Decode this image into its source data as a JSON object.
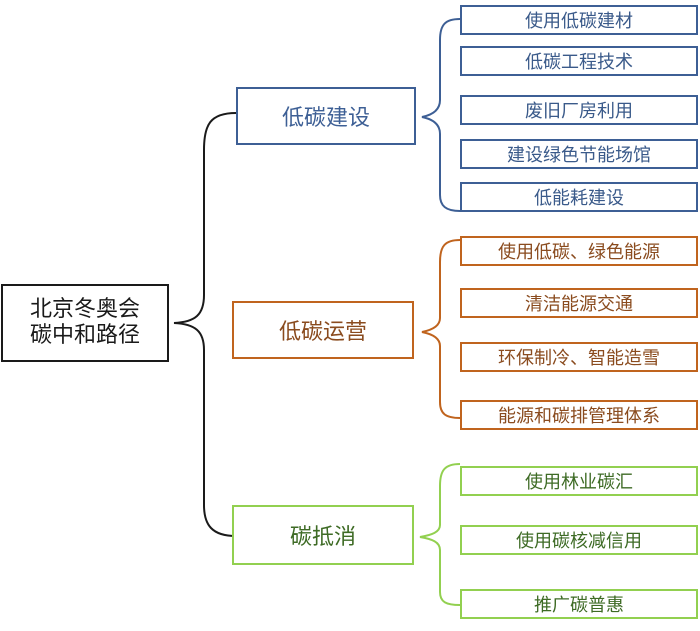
{
  "root": {
    "line1": "北京冬奥会",
    "line2": "碳中和路径"
  },
  "branches": [
    {
      "label": "低碳建设",
      "color": "#3d5f95",
      "items": [
        "使用低碳建材",
        "低碳工程技术",
        "废旧厂房利用",
        "建设绿色节能场馆",
        "低能耗建设"
      ]
    },
    {
      "label": "低碳运营",
      "color": "#c0641e",
      "items": [
        "使用低碳、绿色能源",
        "清洁能源交通",
        "环保制冷、智能造雪",
        "能源和碳排管理体系"
      ]
    },
    {
      "label": "碳抵消",
      "color": "#92d050",
      "items": [
        "使用林业碳汇",
        "使用碳核减信用",
        "推广碳普惠"
      ]
    }
  ]
}
